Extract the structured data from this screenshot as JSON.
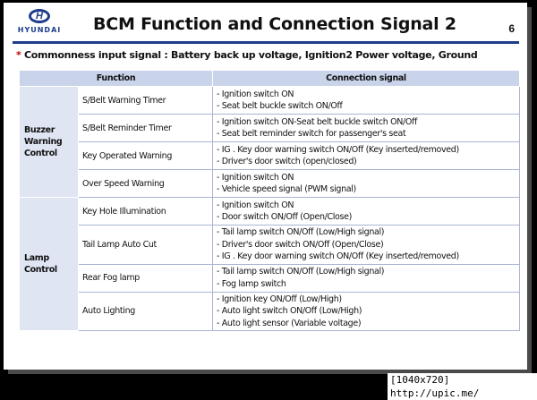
{
  "header": {
    "logo_text": "HYUNDAI",
    "logo_mark": "H",
    "title": "BCM Function and Connection Signal 2",
    "page_number": "6"
  },
  "subtitle": {
    "star": "*",
    "text": " Commonness input signal : Battery back up voltage, Ignition2 Power voltage, Ground"
  },
  "table": {
    "headers": {
      "function": "Function",
      "signal": "Connection signal"
    },
    "groups": [
      {
        "category_lines": [
          "Buzzer",
          "Warning",
          "Control"
        ],
        "rows": [
          {
            "function": "S/Belt Warning Timer",
            "signals": [
              "- Ignition switch ON",
              "- Seat belt buckle switch ON/Off"
            ]
          },
          {
            "function": "S/Belt Reminder Timer",
            "signals": [
              "- Ignition switch ON-Seat belt buckle switch ON/Off",
              "- Seat belt reminder switch for passenger's seat"
            ]
          },
          {
            "function": "Key Operated Warning",
            "signals": [
              "- IG . Key door warning switch ON/Off (Key inserted/removed)",
              "- Driver's door switch (open/closed)"
            ]
          },
          {
            "function": "Over Speed Warning",
            "signals": [
              "- Ignition switch ON",
              "- Vehicle speed signal (PWM signal)"
            ]
          }
        ]
      },
      {
        "category_lines": [
          "Lamp",
          "Control"
        ],
        "rows": [
          {
            "function": "Key Hole Illumination",
            "signals": [
              "- Ignition switch ON",
              "- Door switch ON/Off (Open/Close)"
            ]
          },
          {
            "function": "Tail Lamp Auto Cut",
            "signals": [
              "- Tail lamp switch ON/Off (Low/High signal)",
              "- Driver's door switch ON/Off (Open/Close)",
              "- IG . Key door warning switch ON/Off (Key inserted/removed)"
            ]
          },
          {
            "function": "Rear Fog lamp",
            "signals": [
              "- Tail lamp switch ON/Off (Low/High signal)",
              "- Fog lamp switch"
            ]
          },
          {
            "function": "Auto Lighting",
            "signals": [
              "- Ignition key ON/Off (Low/High)",
              "- Auto light switch ON/Off (Low/High)",
              "- Auto light sensor (Variable voltage)"
            ]
          }
        ]
      }
    ]
  },
  "footer": {
    "text": "[1040x720] http://upic.me/"
  },
  "colors": {
    "accent": "#1d3c8a",
    "header_fill": "#c9d4ea",
    "category_fill": "#dfe5f3",
    "star": "#c00000"
  }
}
